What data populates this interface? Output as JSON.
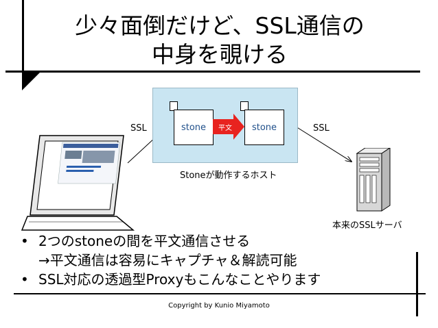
{
  "slide": {
    "title_line1": "少々面倒だけど、SSL通信の",
    "title_line2": "中身を覗ける"
  },
  "diagram": {
    "stone_left": "stone",
    "stone_right": "stone",
    "arrow_label": "平文",
    "ssl_left": "SSL",
    "ssl_right": "SSL",
    "host_caption": "Stoneが動作するホスト",
    "server_caption": "本来のSSLサーバ",
    "colors": {
      "host_fill": "#c9e5f2",
      "arrow_fill": "#e8231f",
      "stone_text": "#1f4f8a"
    }
  },
  "bullets": [
    {
      "marker": "•",
      "line1": "2つのstoneの間を平文通信させる",
      "line2": "→平文通信は容易にキャプチャ＆解読可能"
    },
    {
      "marker": "•",
      "line1": "SSL対応の透過型Proxyもこんなことやります"
    }
  ],
  "footer": {
    "copyright": "Copyright by Kunio Miyamoto"
  }
}
